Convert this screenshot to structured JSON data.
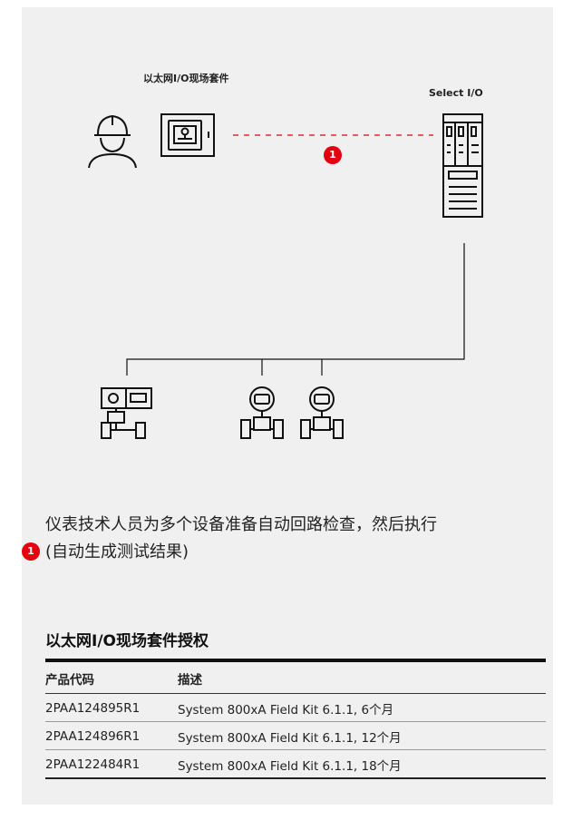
{
  "diagram": {
    "field_kit_label": "以太网I/O现场套件",
    "select_io_label": "Select I/O",
    "badge_number": "1",
    "accent_color": "#e3000f",
    "icons": [
      "technician-icon",
      "field-kit-tablet-icon",
      "select-io-cabinet-icon",
      "field-device-icon",
      "flowmeter-icon",
      "flowmeter-icon"
    ]
  },
  "description": {
    "line1": "仪表技术人员为多个设备准备自动回路检查，然后执行",
    "badge": "1",
    "line2": "(自动生成测试结果)"
  },
  "license_table": {
    "title": "以太网I/O现场套件授权",
    "headers": [
      "产品代码",
      "描述"
    ],
    "rows": [
      {
        "code": "2PAA124895R1",
        "desc": "System 800xA Field Kit 6.1.1, 6个月"
      },
      {
        "code": "2PAA124896R1",
        "desc": "System 800xA Field Kit 6.1.1, 12个月"
      },
      {
        "code": "2PAA122484R1",
        "desc": "System 800xA Field Kit 6.1.1, 18个月"
      }
    ]
  }
}
